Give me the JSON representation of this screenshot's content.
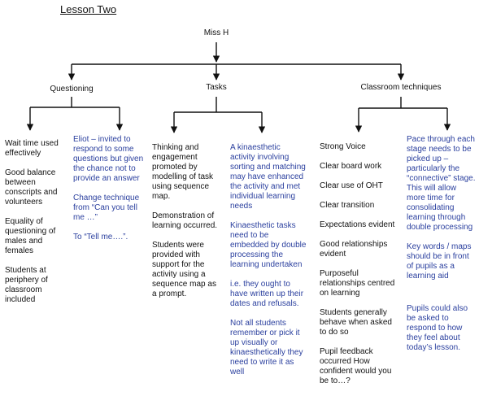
{
  "title": "Lesson Two",
  "root": "Miss H",
  "branches": [
    {
      "label": "Questioning",
      "left": [
        "Wait time used effectively",
        "Good balance between conscripts and volunteers",
        "Equality of questioning of males and females",
        "Students at periphery of classroom included"
      ],
      "right": [
        "Eliot – invited to respond to some questions but given the chance not to provide an answer",
        "Change technique from “Can you tell me …”",
        "To “Tell me….”."
      ]
    },
    {
      "label": "Tasks",
      "left": [
        "Thinking and engagement promoted by modelling of task using sequence map.",
        "Demonstration of learning occurred.",
        "Students were provided with support for the activity using a sequence map as a prompt."
      ],
      "right": [
        "A kinaesthetic activity involving sorting and matching may have enhanced the activity and met individual learning needs",
        "Kinaesthetic tasks need to be embedded by double processing the learning undertaken",
        " i.e. they ought to have written up their dates and refusals.",
        "Not all students remember or pick it up visually or kinaesthetically they need to write it as well"
      ]
    },
    {
      "label": "Classroom techniques",
      "left": [
        "Strong Voice",
        "Clear board work",
        "Clear use of OHT",
        "Clear transition",
        "Expectations evident",
        "Good relationships evident",
        "Purposeful relationships centred on learning",
        "Students generally behave when asked to do so",
        "Pupil feedback occurred How confident would you be to…?"
      ],
      "right": [
        "Pace through each stage needs to be picked up – particularly the “connective” stage. This will allow more time for consolidating learning through double processing",
        "Key words / maps should be in front of pupils as a learning aid",
        "Pupils could also be asked to respond to how they feel about today’s lesson."
      ]
    }
  ],
  "colors": {
    "feedback_text": "#2a3f9e",
    "positive_text": "#111111"
  }
}
